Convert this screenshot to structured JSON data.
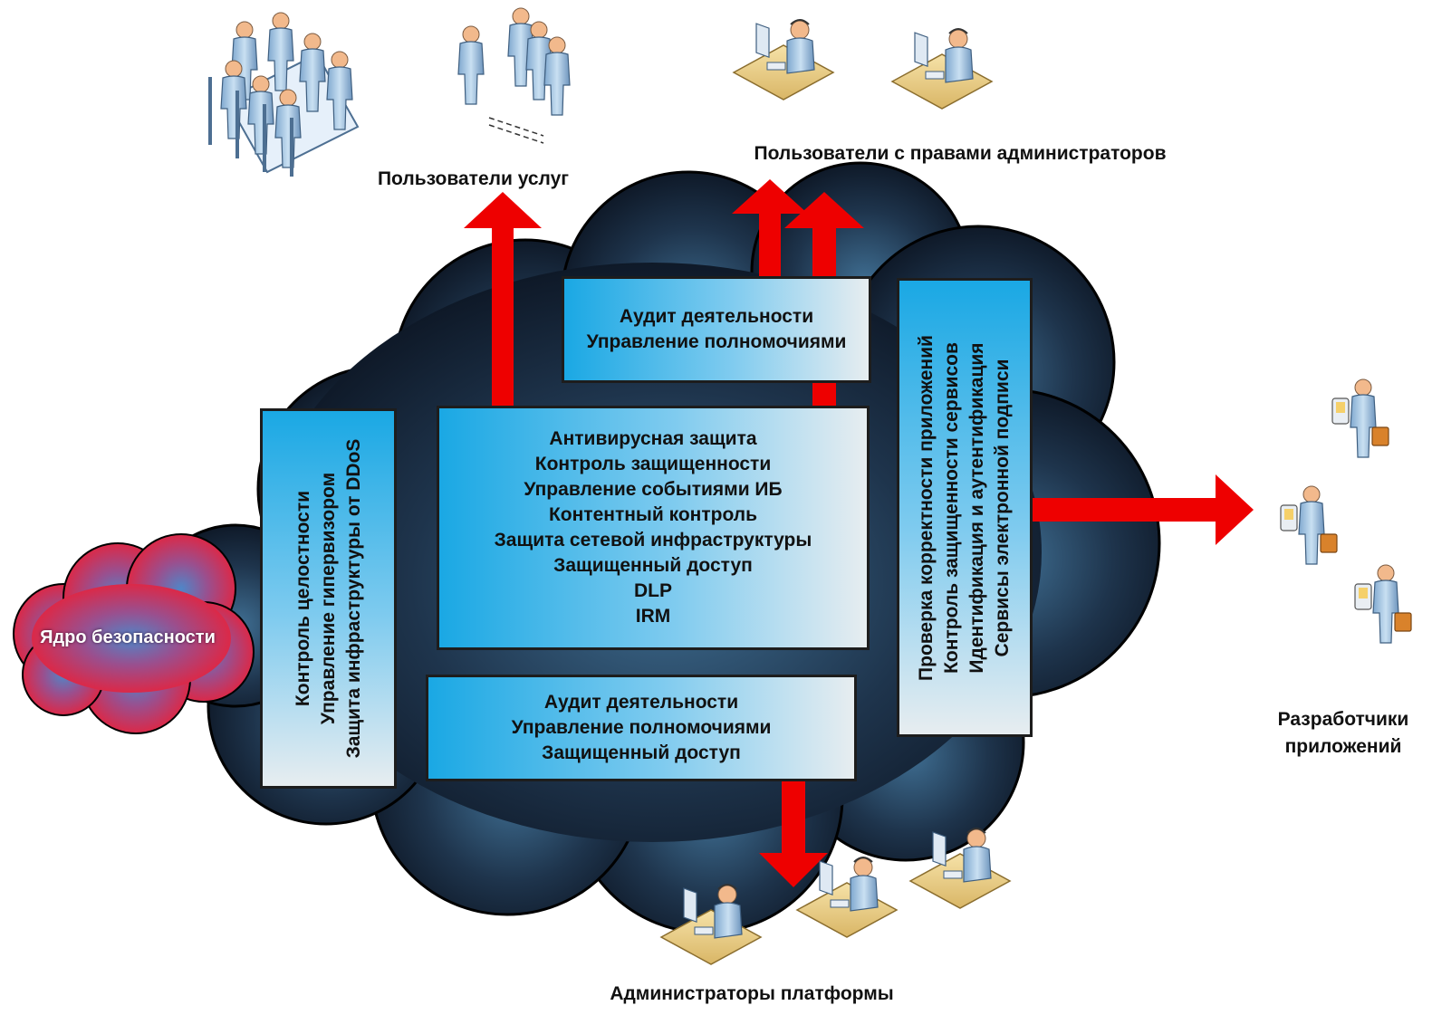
{
  "labels": {
    "service_users": "Пользователи услуг",
    "admin_users": "Пользователи с правами администраторов",
    "developers": [
      "Разработчики",
      "приложений"
    ],
    "platform_admins": "Администраторы платформы",
    "security_core": "Ядро безопасности"
  },
  "boxes": {
    "top_audit": [
      "Аудит деятельности",
      "Управление полномочиями"
    ],
    "center": [
      "Антивирусная защита",
      "Контроль защищенности",
      "Управление событиями ИБ",
      "Контентный контроль",
      "Защита сетевой инфраструктуры",
      "Защищенный доступ",
      "DLP",
      "IRM"
    ],
    "bottom_audit": [
      "Аудит деятельности",
      "Управление полномочиями",
      "Защищенный доступ"
    ],
    "left_vertical": [
      "Контроль целостности",
      "Управление гипервизором",
      "Защита инфраструктуры от DDoS"
    ],
    "right_vertical": [
      "Проверка корректности приложений",
      "Контроль защищенности сервисов",
      "Идентификация и аутентификация",
      "Сервисы электронной подписи"
    ]
  },
  "colors": {
    "cloud_dark": "#0d1522",
    "cloud_light": "#3f6e92",
    "arrow": "#ee0000",
    "box_start": "#1aa8e4",
    "box_end": "#e7edf0",
    "core_red": "#e8213a",
    "core_blue": "#4f86c8"
  }
}
